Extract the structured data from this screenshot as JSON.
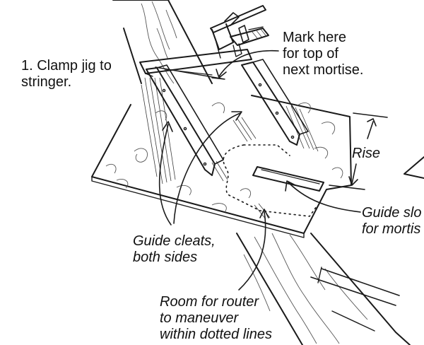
{
  "labels": {
    "clamp": "1. Clamp jig to\nstringer.",
    "mark": "Mark here\nfor top of\nnext mortise.",
    "rise": "Rise",
    "guide_slot": "Guide slo\nfor mortis",
    "guide_cleats": "Guide cleats,\nboth sides",
    "room": "Room for router\nto maneuver\nwithin dotted lines"
  },
  "colors": {
    "ink": "#1a1a1a",
    "background": "#ffffff"
  },
  "icons": [
    "bar-clamp-icon",
    "stringer-board",
    "jig-base-plate",
    "guide-cleat",
    "mortise-slot"
  ]
}
